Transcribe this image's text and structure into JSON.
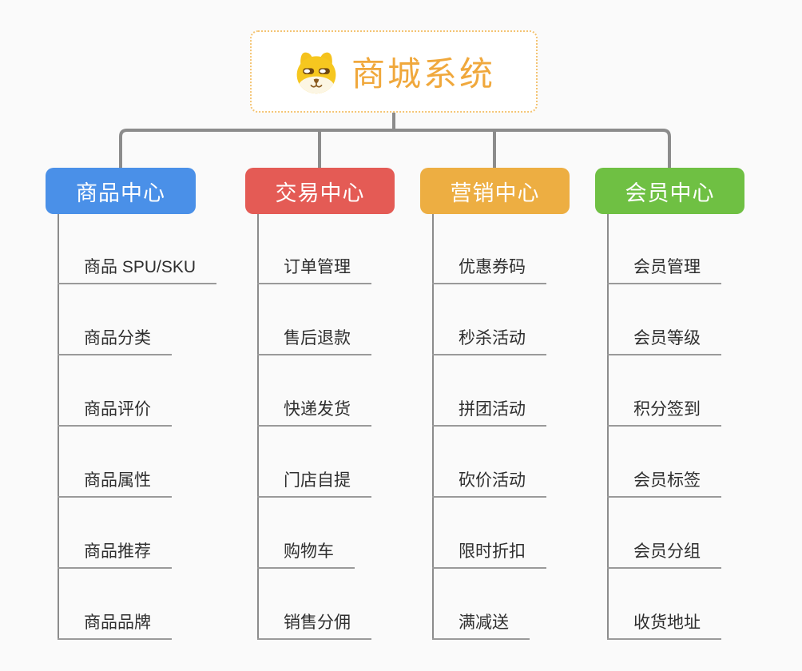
{
  "canvas": {
    "background": "#FAFAFA",
    "connector_color": "#8C8C8C",
    "leaf_line_color": "#9A9A9A"
  },
  "root": {
    "title": "商城系统",
    "icon": "shiba-dog-icon",
    "accent": "#F0A83C",
    "border_color": "#F4C473"
  },
  "branches": [
    {
      "label": "商品中心",
      "color": "#4A90E8",
      "items": [
        "商品 SPU/SKU",
        "商品分类",
        "商品评价",
        "商品属性",
        "商品推荐",
        "商品品牌"
      ]
    },
    {
      "label": "交易中心",
      "color": "#E45B55",
      "items": [
        "订单管理",
        "售后退款",
        "快递发货",
        "门店自提",
        "购物车",
        "销售分佣"
      ]
    },
    {
      "label": "营销中心",
      "color": "#EDAE42",
      "items": [
        "优惠券码",
        "秒杀活动",
        "拼团活动",
        "砍价活动",
        "限时折扣",
        "满减送"
      ]
    },
    {
      "label": "会员中心",
      "color": "#6FC043",
      "items": [
        "会员管理",
        "会员等级",
        "积分签到",
        "会员标签",
        "会员分组",
        "收货地址"
      ]
    }
  ]
}
